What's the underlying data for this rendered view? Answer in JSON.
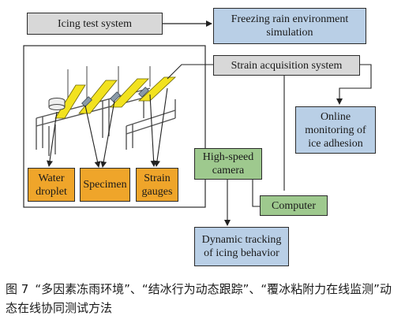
{
  "boxes": {
    "icing_test_system": "Icing test system",
    "freezing_rain": "Freezing rain environment\nsimulation",
    "strain_acquisition": "Strain acquisition system",
    "online_monitoring": "Online\nmonitoring of\nice adhesion",
    "high_speed_camera": "High-speed\ncamera",
    "computer": "Computer",
    "dynamic_tracking": "Dynamic tracking\nof icing behavior",
    "water_droplet": "Water\ndroplet",
    "specimen": "Specimen",
    "strain_gauges": "Strain\ngauges"
  },
  "caption": {
    "figure_number": "图 7",
    "text": "“多因素冻雨环境”、“结冰行为动态跟踪”、“覆冰粘附力在线监测”动态在线协同测试方法"
  },
  "colors": {
    "gray": "#d8d8d8",
    "blue": "#b9cfe6",
    "green": "#9ec98e",
    "orange": "#efa52a",
    "beam_yellow": "#f2e21f"
  }
}
